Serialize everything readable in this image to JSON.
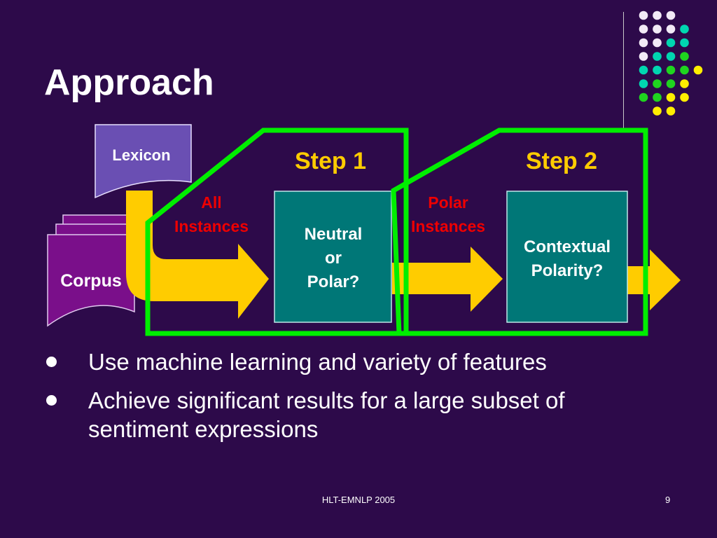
{
  "title": "Approach",
  "diagram": {
    "lexicon_label": "Lexicon",
    "corpus_label": "Corpus",
    "step1_label": "Step 1",
    "step2_label": "Step 2",
    "all_instances_line1": "All",
    "all_instances_line2": "Instances",
    "polar_instances_line1": "Polar",
    "polar_instances_line2": "Instances",
    "box1_lines": [
      "Neutral",
      "or",
      "Polar?"
    ],
    "box2_lines": [
      "Contextual",
      "Polarity?"
    ]
  },
  "bullets": [
    {
      "lines": [
        "Use machine learning and variety of features"
      ]
    },
    {
      "lines": [
        "Achieve significant results for a large subset of",
        "sentiment expressions"
      ]
    }
  ],
  "footer": {
    "center_text": "HLT-EMNLP 2005",
    "page_number": "9"
  },
  "colors": {
    "background": "#2d0a4a",
    "green_frame": "#00ee00",
    "arrow_yellow": "#ffcc00",
    "box_teal": "#007777",
    "lexicon_purple": "#6a4fb3",
    "corpus_purple": "#7a0f8a",
    "step_label": "#ffcc00",
    "instances_label": "#ee0000"
  }
}
